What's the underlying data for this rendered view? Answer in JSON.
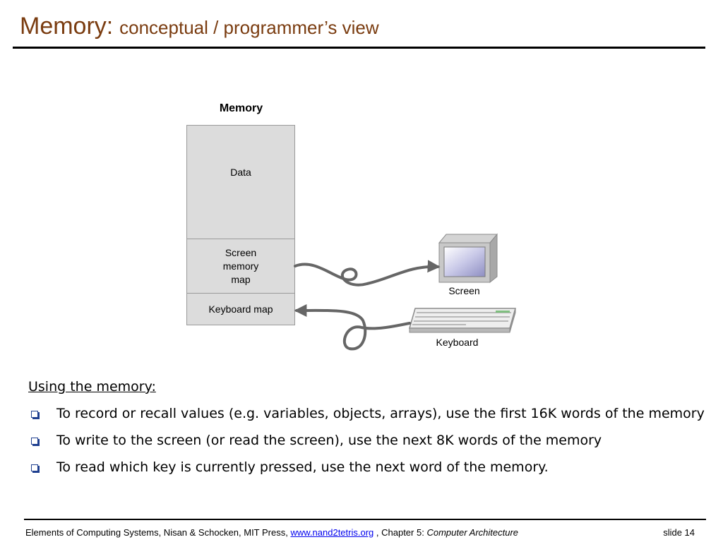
{
  "slide": {
    "title_main": "Memory:",
    "title_sub": "conceptual / programmer’s view"
  },
  "diagram": {
    "memory_title": "Memory",
    "blocks": {
      "data": "Data",
      "screen_map": "Screen memory map",
      "keyboard_map": "Keyboard map"
    },
    "screen_label": "Screen",
    "keyboard_label": "Keyboard"
  },
  "content": {
    "heading": "Using the memory:",
    "bullets": [
      "To record or recall values (e.g. variables, objects, arrays), use the first 16K words of the memory",
      "To write to the screen (or read the screen), use the next 8K words of the memory",
      "To read which key is currently pressed, use the next word of the memory."
    ]
  },
  "footer": {
    "left_text": "Elements of Computing Systems, Nisan & Schocken, MIT Press,",
    "link": "www.nand2tetris.org",
    "middle_text": ", Chapter 5:",
    "chapter": "Computer Architecture",
    "slide_label": "slide 14"
  },
  "colors": {
    "title": "#7a3c10",
    "memory_block": "#dcdcdc",
    "wire": "#666666",
    "bullet": "#1f3f8f"
  }
}
